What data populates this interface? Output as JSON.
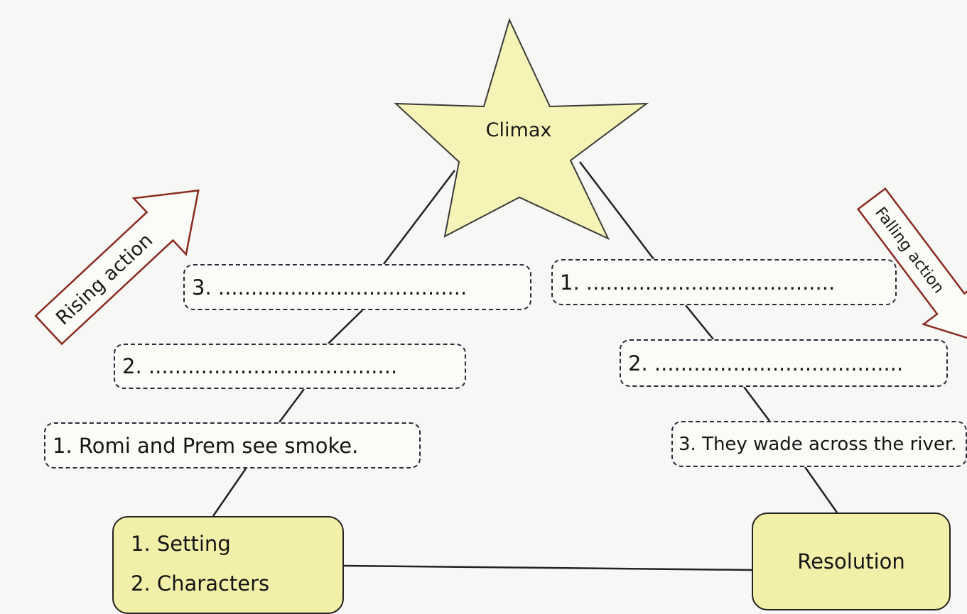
{
  "climax": {
    "label": "Climax"
  },
  "rising_action": {
    "label": "Rising action"
  },
  "falling_action": {
    "label": "Falling action"
  },
  "left_events": [
    {
      "text": "3. ......................................"
    },
    {
      "text": "2. ......................................"
    },
    {
      "text": "1. Romi and Prem see smoke."
    }
  ],
  "right_events": [
    {
      "text": "1. ......................................"
    },
    {
      "text": "2. ......................................"
    },
    {
      "text": "3. They wade across the river."
    }
  ],
  "exposition": {
    "item1": "1.  Setting",
    "item2": "2.  Characters"
  },
  "resolution": {
    "label": "Resolution"
  },
  "colors": {
    "star_fill": "#f5f3b5",
    "box_fill": "#f2f0a8",
    "arrow_stroke": "#8b2a1e",
    "line": "#222222"
  }
}
